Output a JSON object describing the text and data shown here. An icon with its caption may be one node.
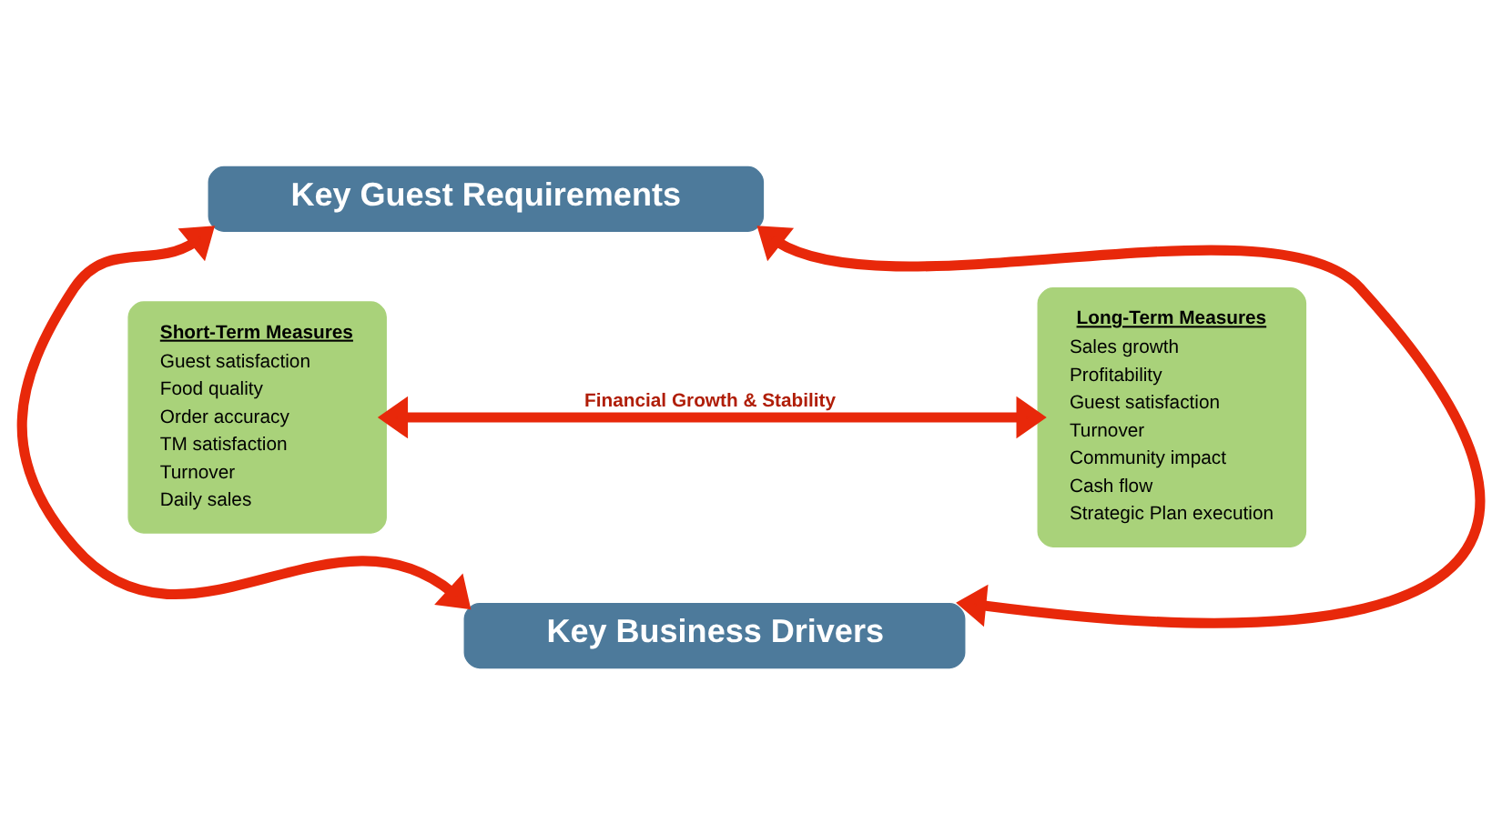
{
  "diagram": {
    "nodes": [
      {
        "text": [
          "Key Guest Requirements"
        ]
      },
      {
        "text": [
          "Short-Term Measures",
          "Guest satisfaction",
          "Food quality",
          "Order accuracy",
          "TM satisfaction",
          "Turnover",
          "Daily sales"
        ]
      },
      {
        "text": [
          "Long-Term Measures",
          "Sales growth",
          "Profitability",
          "Guest satisfaction",
          "Turnover",
          "Community impact",
          "Cash flow",
          "Strategic Plan execution"
        ]
      },
      {
        "text": [
          "Key Business Drivers"
        ]
      }
    ],
    "edges": [
      {
        "from": 0,
        "to": 3,
        "arrow": "both"
      },
      {
        "from": 1,
        "to": 2,
        "arrow": "both",
        "label": "Financial Growth & Stability"
      },
      {
        "from": 0,
        "to": 3,
        "arrow": "both"
      }
    ]
  }
}
